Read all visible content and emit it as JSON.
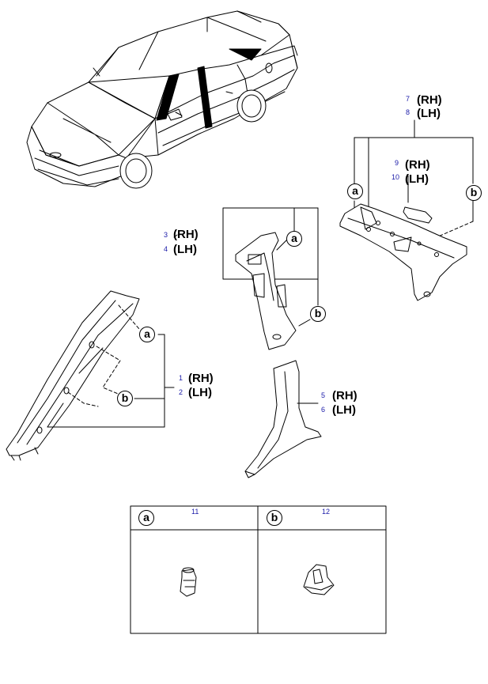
{
  "callouts": {
    "a": "a",
    "b": "b"
  },
  "parts": {
    "quarter_trim": {
      "rh_no": "7",
      "lh_no": "8",
      "rh": "(RH)",
      "lh": "(LH)"
    },
    "pad": {
      "rh_no": "9",
      "lh_no": "10",
      "rh": "(RH)",
      "lh": "(LH)"
    },
    "center_pillar_upper": {
      "rh_no": "3",
      "lh_no": "4",
      "rh": "(RH)",
      "lh": "(LH)"
    },
    "front_pillar": {
      "rh_no": "1",
      "lh_no": "2",
      "rh": "(RH)",
      "lh": "(LH)"
    },
    "center_pillar_lower": {
      "rh_no": "5",
      "lh_no": "6",
      "rh": "(RH)",
      "lh": "(LH)"
    }
  },
  "clip_table": {
    "cells": [
      {
        "letter": "a",
        "part_no": "11"
      },
      {
        "letter": "b",
        "part_no": "12"
      }
    ]
  }
}
